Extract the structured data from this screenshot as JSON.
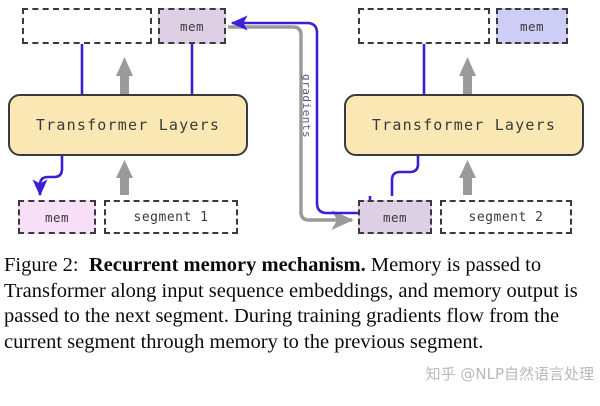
{
  "figure": {
    "left_panel": {
      "top_embedding_box": "",
      "top_mem": "mem",
      "transformer": "Transformer Layers",
      "bottom_mem": "mem",
      "segment": "segment 1"
    },
    "right_panel": {
      "top_embedding_box": "",
      "top_mem": "mem",
      "transformer": "Transformer Layers",
      "bottom_mem": "mem",
      "segment": "segment 2"
    },
    "gradients_label": "gradients",
    "colors": {
      "mem_purple": "#ddd0e4",
      "mem_blue": "#cdcdf5",
      "mem_pink": "#f7dff7",
      "transformer_fill": "#fae8b4",
      "outline": "#3a3a3a",
      "blue_wire": "#3b1fd4",
      "gray_wire": "#9a9a9a"
    }
  },
  "caption": {
    "label": "Figure 2:",
    "title": "Recurrent memory mechanism.",
    "body": "Memory is passed to Transformer along input sequence embeddings, and memory output is passed to the next segment. During training gradients flow from the current segment through memory to the previous segment."
  },
  "watermark": {
    "text": "知乎 @NLP自然语言处理"
  }
}
